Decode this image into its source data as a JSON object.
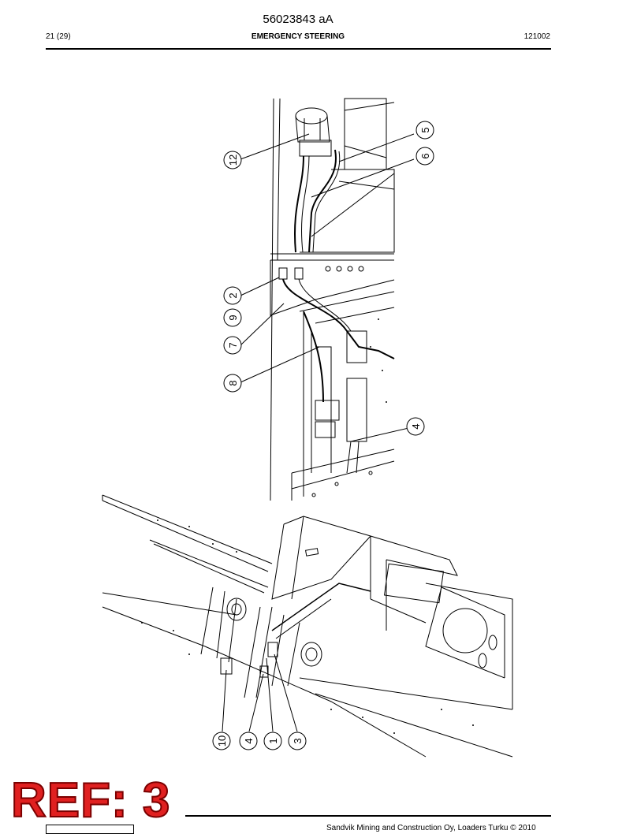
{
  "header": {
    "doc_number": "56023843 aA",
    "page": "21 (29)",
    "title": "EMERGENCY STEERING",
    "date_code": "121002"
  },
  "callouts_upper": [
    "5",
    "6",
    "12",
    "2",
    "9",
    "7",
    "8",
    "4"
  ],
  "callouts_lower": [
    "10",
    "4",
    "1",
    "3"
  ],
  "ref_stamp": "REF: 3",
  "footer": {
    "copyright": "Sandvik Mining and Construction Oy, Loaders Turku © 2010"
  }
}
